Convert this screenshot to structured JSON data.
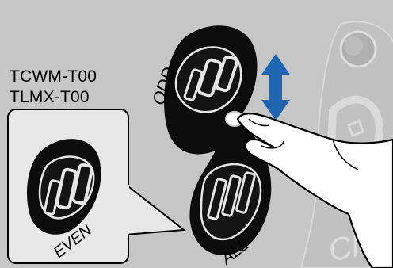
{
  "models": {
    "line1": "TCWM-T00",
    "line2": "TLMX-T00"
  },
  "switch": {
    "odd_label": "ODD",
    "even_label": "EVEN",
    "all_label": "ALL"
  },
  "background": {
    "watermark_text": "Char"
  },
  "colors": {
    "background": "#c6c6c6",
    "switch_body": "#0c0c0c",
    "arrow": "#1f66b2",
    "inset_fill": "#e7e7e7"
  },
  "icons": {
    "arrow": "double-vertical-arrow-icon",
    "finger": "pointing-finger-icon"
  }
}
